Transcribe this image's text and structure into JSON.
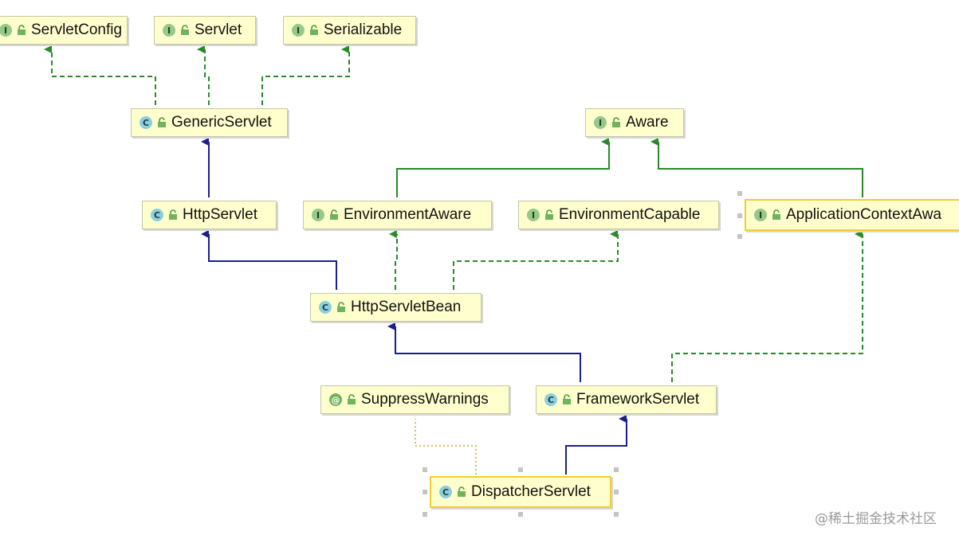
{
  "diagram": {
    "nodes": {
      "servlet_config": {
        "label": "ServletConfig",
        "kind": "I"
      },
      "servlet": {
        "label": "Servlet",
        "kind": "I"
      },
      "serializable": {
        "label": "Serializable",
        "kind": "I"
      },
      "generic_servlet": {
        "label": "GenericServlet",
        "kind": "C"
      },
      "aware": {
        "label": "Aware",
        "kind": "I"
      },
      "http_servlet": {
        "label": "HttpServlet",
        "kind": "C"
      },
      "environment_aware": {
        "label": "EnvironmentAware",
        "kind": "I"
      },
      "environment_capable": {
        "label": "EnvironmentCapable",
        "kind": "I"
      },
      "application_context_aware": {
        "label": "ApplicationContextAwa",
        "kind": "I"
      },
      "http_servlet_bean": {
        "label": "HttpServletBean",
        "kind": "C"
      },
      "suppress_warnings": {
        "label": "SuppressWarnings",
        "kind": "@"
      },
      "framework_servlet": {
        "label": "FrameworkServlet",
        "kind": "C"
      },
      "dispatcher_servlet": {
        "label": "DispatcherServlet",
        "kind": "C"
      }
    },
    "edge_colors": {
      "extends": "#1b1f8a",
      "implements": "#2a8a2a",
      "annotation": "#c9a227"
    }
  },
  "watermark": "@稀土掘金技术社区"
}
